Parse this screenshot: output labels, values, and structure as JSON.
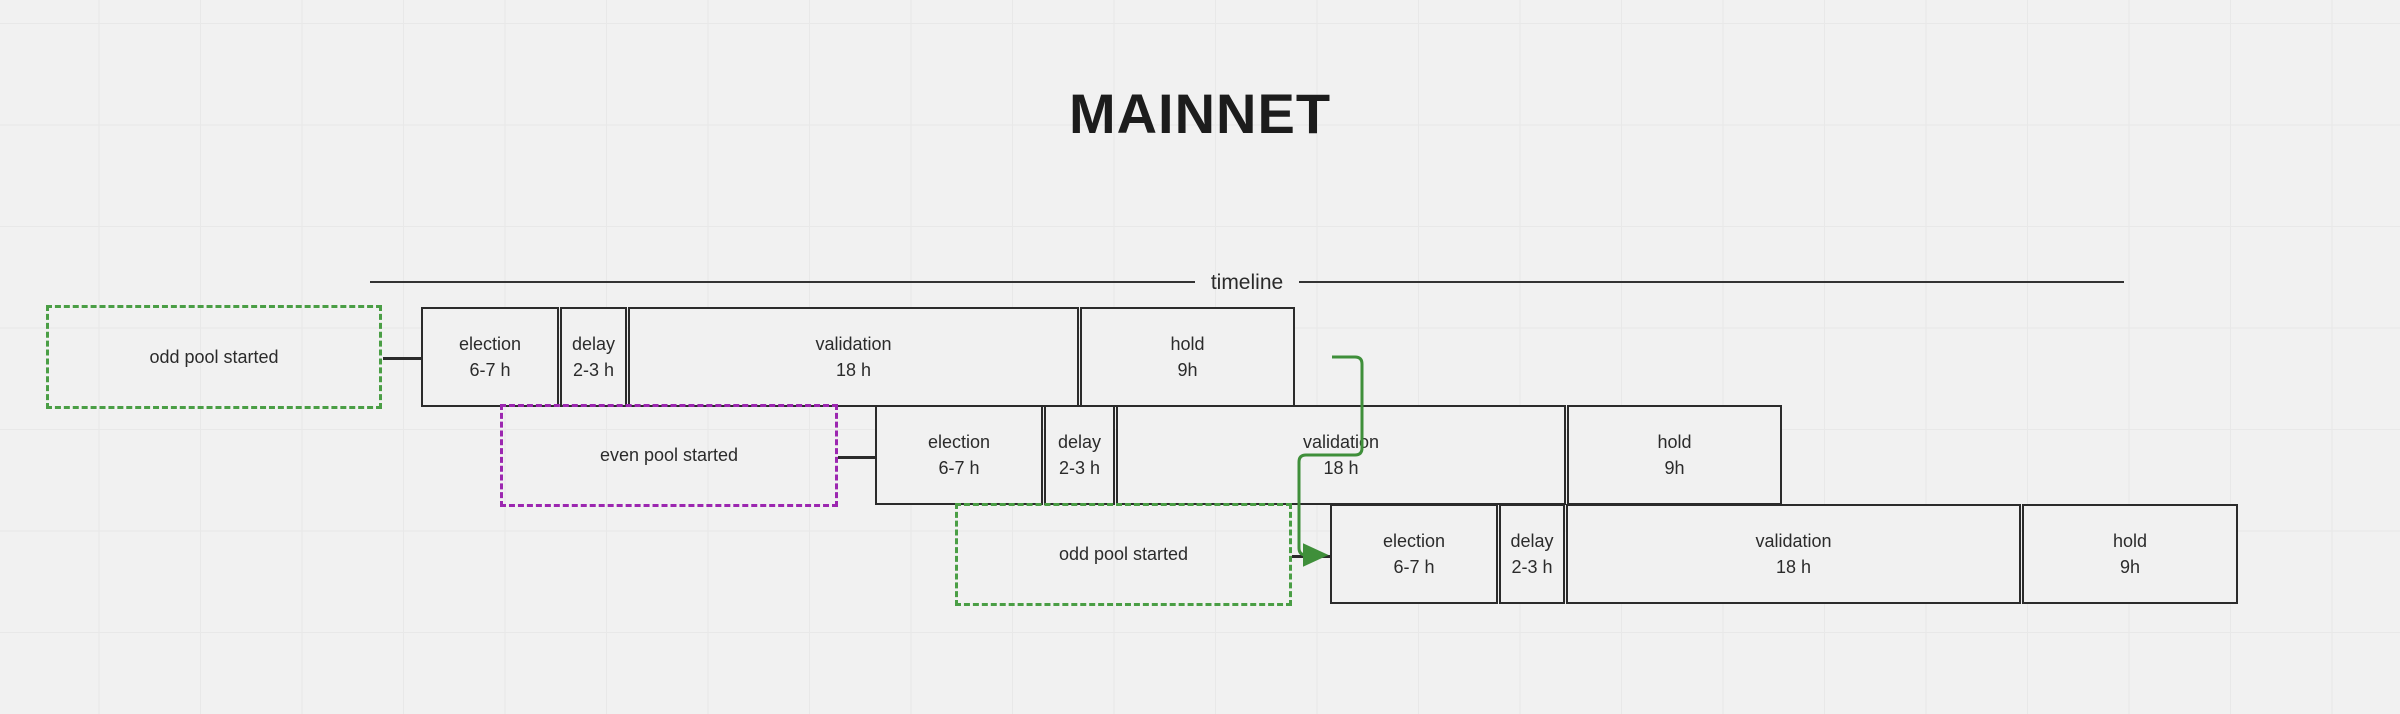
{
  "page": {
    "title": "MAINNET",
    "background_color": "#f1f1f1",
    "grid_color": "#e8e8e8"
  },
  "timeline": {
    "label": "timeline",
    "line_color": "#333333"
  },
  "colors": {
    "phase_border": "#2b2b2b",
    "text": "#2b2b2b",
    "green": "#4a9e45",
    "purple": "#9c27b0"
  },
  "rows": [
    {
      "id": "row-1",
      "phases": [
        {
          "name": "election",
          "duration": "6-7 h"
        },
        {
          "name": "delay",
          "duration": "2-3 h"
        },
        {
          "name": "validation",
          "duration": "18 h"
        },
        {
          "name": "hold",
          "duration": "9h"
        }
      ]
    },
    {
      "id": "row-2",
      "phases": [
        {
          "name": "election",
          "duration": "6-7 h"
        },
        {
          "name": "delay",
          "duration": "2-3 h"
        },
        {
          "name": "validation",
          "duration": "18 h"
        },
        {
          "name": "hold",
          "duration": "9h"
        }
      ]
    },
    {
      "id": "row-3",
      "phases": [
        {
          "name": "election",
          "duration": "6-7 h"
        },
        {
          "name": "delay",
          "duration": "2-3 h"
        },
        {
          "name": "validation",
          "duration": "18 h"
        },
        {
          "name": "hold",
          "duration": "9h"
        }
      ]
    }
  ],
  "notes": [
    {
      "id": "note-1",
      "label": "odd pool started",
      "color": "green"
    },
    {
      "id": "note-2",
      "label": "even pool started",
      "color": "purple"
    },
    {
      "id": "note-3",
      "label": "odd pool started",
      "color": "green"
    }
  ]
}
